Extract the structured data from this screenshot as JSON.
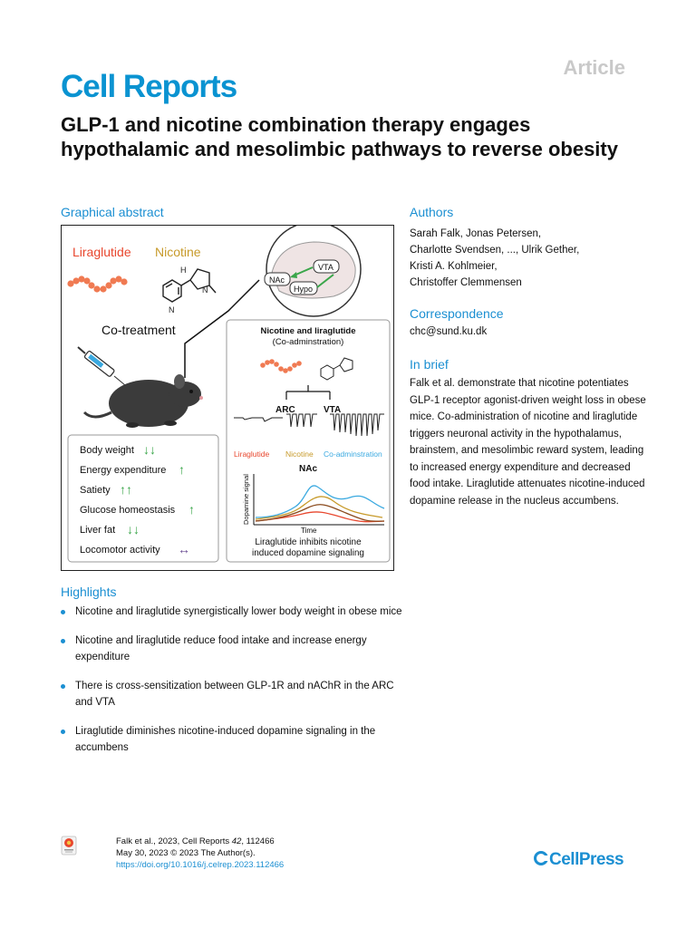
{
  "header": {
    "article_label": "Article",
    "journal": "Cell Reports"
  },
  "title": "GLP-1 and nicotine combination therapy engages hypothalamic and mesolimbic pathways to reverse obesity",
  "graphical_abstract": {
    "heading": "Graphical abstract",
    "liraglutide": "Liraglutide",
    "nicotine": "Nicotine",
    "cotreatment": "Co-treatment",
    "brain_labels": {
      "nac": "NAc",
      "vta": "VTA",
      "hypo": "Hypo"
    },
    "panel_title": "Nicotine and liraglutide",
    "panel_subtitle": "(Co-adminstration)",
    "arc": "ARC",
    "vta": "VTA",
    "effects": [
      {
        "label": "Body weight",
        "arrows": "↓↓",
        "color": "#3aa64a"
      },
      {
        "label": "Energy expenditure",
        "arrows": "↑",
        "color": "#3aa64a"
      },
      {
        "label": "Satiety",
        "arrows": "↑↑",
        "color": "#3aa64a"
      },
      {
        "label": "Glucose homeostasis",
        "arrows": "↑",
        "color": "#3aa64a"
      },
      {
        "label": "Liver fat",
        "arrows": "↓↓",
        "color": "#3aa64a"
      },
      {
        "label": "Locomotor activity",
        "arrows": "↔",
        "color": "#6a4c93"
      }
    ],
    "chart_legend": {
      "lira": "Liraglutide",
      "nic": "Nicotine",
      "co": "Co-adminstration"
    },
    "chart_title": "NAc",
    "chart_ylabel": "Dopamine signal",
    "chart_xlabel": "Time",
    "chart_caption_1": "Liraglutide inhibits nicotine",
    "chart_caption_2": "induced dopamine signaling",
    "colors": {
      "lira": "#e8472e",
      "nic": "#c79a2a",
      "co": "#3aa9e0",
      "peptide": "#f07a52"
    }
  },
  "authors": {
    "heading": "Authors",
    "line1": "Sarah Falk, Jonas Petersen,",
    "line2": "Charlotte Svendsen, ..., Ulrik Gether,",
    "line3": "Kristi A. Kohlmeier,",
    "line4": "Christoffer Clemmensen"
  },
  "correspondence": {
    "heading": "Correspondence",
    "email": "chc@sund.ku.dk"
  },
  "in_brief": {
    "heading": "In brief",
    "text": "Falk et al. demonstrate that nicotine potentiates GLP-1 receptor agonist-driven weight loss in obese mice. Co-administration of nicotine and liraglutide triggers neuronal activity in the hypothalamus, brainstem, and mesolimbic reward system, leading to increased energy expenditure and decreased food intake. Liraglutide attenuates nicotine-induced dopamine release in the nucleus accumbens."
  },
  "highlights": {
    "heading": "Highlights",
    "items": [
      "Nicotine and liraglutide synergistically lower body weight in obese mice",
      "Nicotine and liraglutide reduce food intake and increase energy expenditure",
      "There is cross-sensitization between GLP-1R and nAChR in the ARC and VTA",
      "Liraglutide diminishes nicotine-induced dopamine signaling in the accumbens"
    ]
  },
  "footer": {
    "citation_prefix": "Falk et al., 2023, Cell Reports ",
    "volume": "42",
    "citation_suffix": ", 112466",
    "date_line": "May 30, 2023 © 2023 The Author(s).",
    "doi": "https://doi.org/10.1016/j.celrep.2023.112466",
    "publisher": "CellPress"
  }
}
